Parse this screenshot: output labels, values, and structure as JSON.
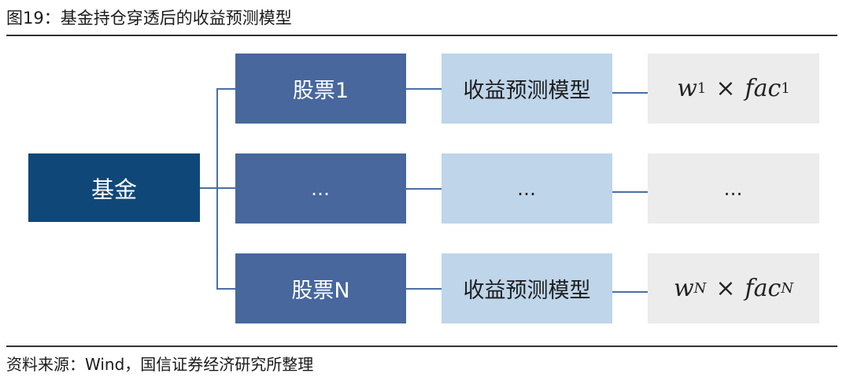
{
  "figure": {
    "title": "图19：基金持仓穿透后的收益预测模型",
    "source": "资料来源：Wind，国信证券经济研究所整理"
  },
  "diagram": {
    "root": {
      "label": "基金"
    },
    "rows": [
      {
        "stock": "股票1",
        "model": "收益预测模型",
        "formula": {
          "w": "w",
          "w_sub": "1",
          "times": "×",
          "fac": "fac",
          "fac_sub": "1"
        }
      },
      {
        "stock": "…",
        "model": "…",
        "formula_text": "…"
      },
      {
        "stock": "股票N",
        "model": "收益预测模型",
        "formula": {
          "w": "w",
          "w_sub": "N",
          "times": "×",
          "fac": "fac",
          "fac_sub": "N"
        }
      }
    ]
  },
  "colors": {
    "fund_box": "#0f4878",
    "stock_box": "#47679d",
    "model_box": "#bed5ea",
    "formula_box": "#ececec",
    "connector": "#4a6fa5"
  }
}
